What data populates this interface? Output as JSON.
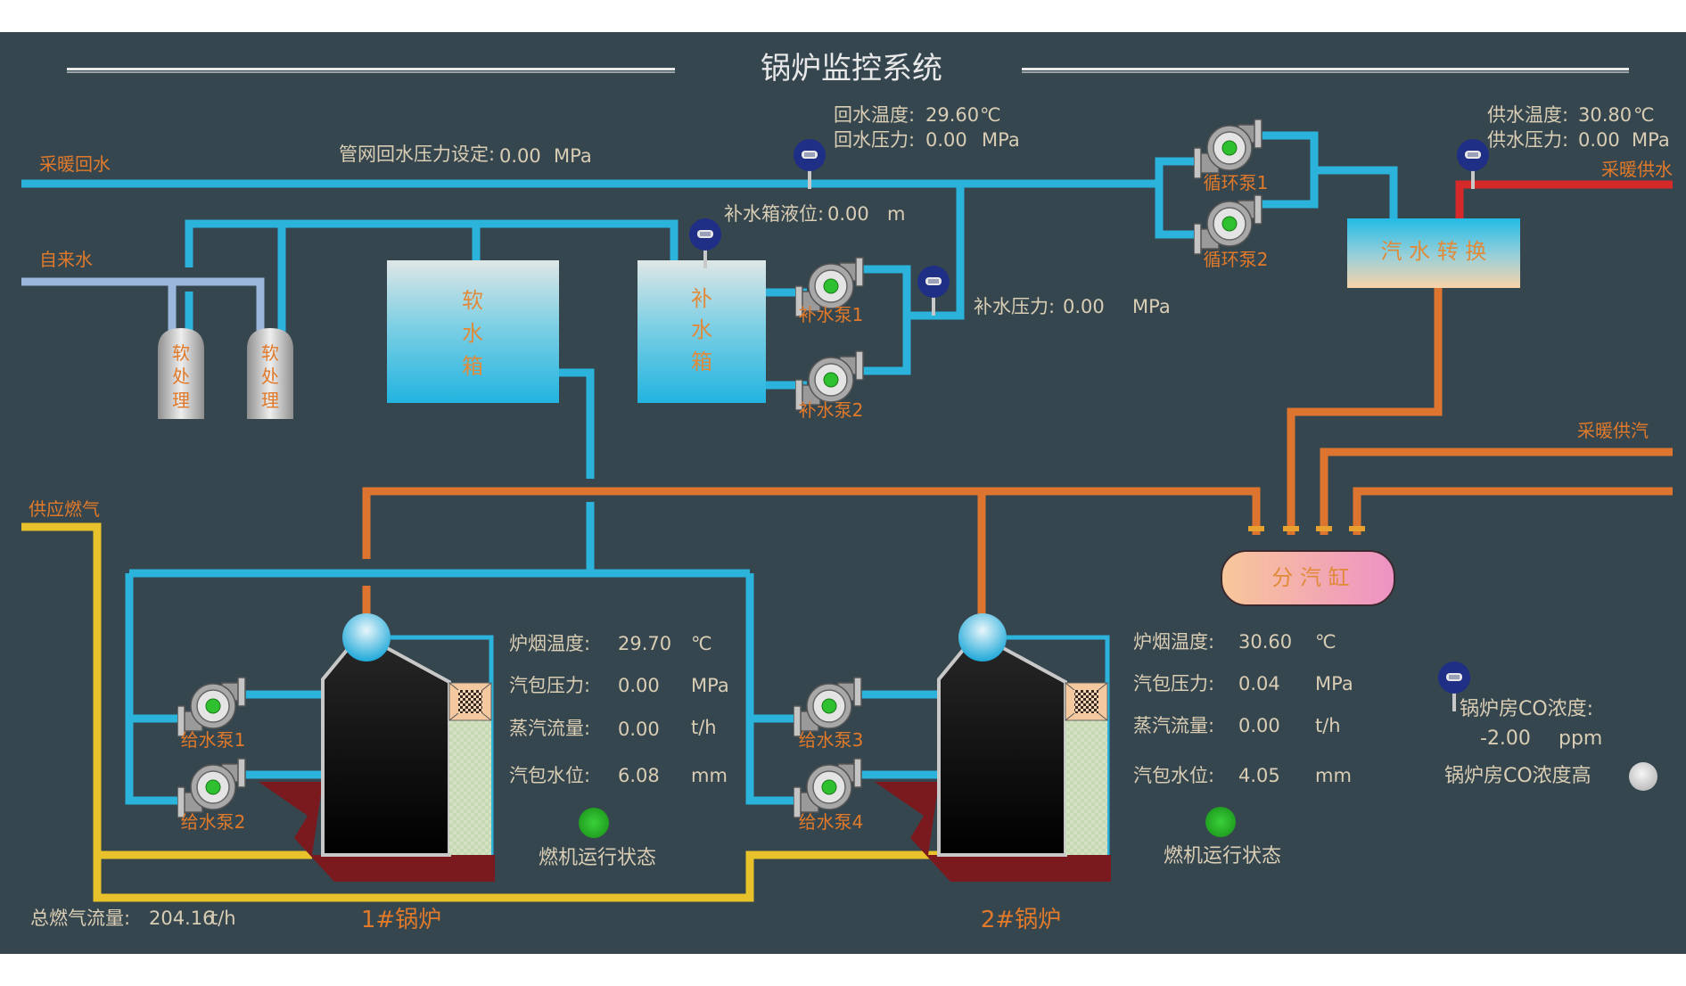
{
  "title": "锅炉监控系统",
  "pipe_labels": {
    "heating_return": "采暖回水",
    "tap_water": "自来水",
    "heating_supply_water": "采暖供水",
    "heating_supply_steam": "采暖供汽",
    "gas_supply": "供应燃气"
  },
  "network_return_pressure_setpoint": {
    "label": "管网回水压力设定:",
    "value": "0.00",
    "unit": "MPa"
  },
  "return_water": {
    "temp_label": "回水温度:",
    "temp_value": "29.60",
    "temp_unit": "℃",
    "pressure_label": "回水压力:",
    "pressure_value": "0.00",
    "pressure_unit": "MPa"
  },
  "supply_water": {
    "temp_label": "供水温度:",
    "temp_value": "30.80",
    "temp_unit": "℃",
    "pressure_label": "供水压力:",
    "pressure_value": "0.00",
    "pressure_unit": "MPa"
  },
  "makeup_tank_level": {
    "label": "补水箱液位:",
    "value": "0.00",
    "unit": "m"
  },
  "makeup_pressure": {
    "label": "补水压力:",
    "value": "0.00",
    "unit": "MPa"
  },
  "equipment": {
    "softener_1": [
      "软",
      "处",
      "理"
    ],
    "softener_2": [
      "软",
      "处",
      "理"
    ],
    "soft_water_tank": [
      "软",
      "水",
      "箱"
    ],
    "makeup_tank": [
      "补",
      "水",
      "箱"
    ],
    "heat_exchanger": "汽 水 转 换",
    "steam_header": "分 汽 缸"
  },
  "pumps": {
    "makeup_pump_1": "补水泵1",
    "makeup_pump_2": "补水泵2",
    "circulation_pump_1": "循环泵1",
    "circulation_pump_2": "循环泵2",
    "feed_pump_1": "给水泵1",
    "feed_pump_2": "给水泵2",
    "feed_pump_3": "给水泵3",
    "feed_pump_4": "给水泵4",
    "running_color": "#2ec02e"
  },
  "boilers": [
    {
      "name": "1#锅炉",
      "flue_temp": {
        "label": "炉烟温度:",
        "value": "29.70",
        "unit": "℃"
      },
      "drum_pressure": {
        "label": "汽包压力:",
        "value": "0.00",
        "unit": "MPa"
      },
      "steam_flow": {
        "label": "蒸汽流量:",
        "value": "0.00",
        "unit": "t/h"
      },
      "drum_level": {
        "label": "汽包水位:",
        "value": "6.08",
        "unit": "mm"
      },
      "burner_status_label": "燃机运行状态",
      "burner_status_color": "#2ea82e"
    },
    {
      "name": "2#锅炉",
      "flue_temp": {
        "label": "炉烟温度:",
        "value": "30.60",
        "unit": "℃"
      },
      "drum_pressure": {
        "label": "汽包压力:",
        "value": "0.04",
        "unit": "MPa"
      },
      "steam_flow": {
        "label": "蒸汽流量:",
        "value": "0.00",
        "unit": "t/h"
      },
      "drum_level": {
        "label": "汽包水位:",
        "value": "4.05",
        "unit": "mm"
      },
      "burner_status_label": "燃机运行状态",
      "burner_status_color": "#2ea82e"
    }
  ],
  "co": {
    "label": "锅炉房CO浓度:",
    "value": "-2.00",
    "unit": "ppm",
    "alarm_label": "锅炉房CO浓度高",
    "alarm_color": "#d8d8d8"
  },
  "total_gas_flow": {
    "label": "总燃气流量:",
    "value": "204.16",
    "unit": "t/h"
  },
  "sensor_icon": "pressure-gauge-icon"
}
